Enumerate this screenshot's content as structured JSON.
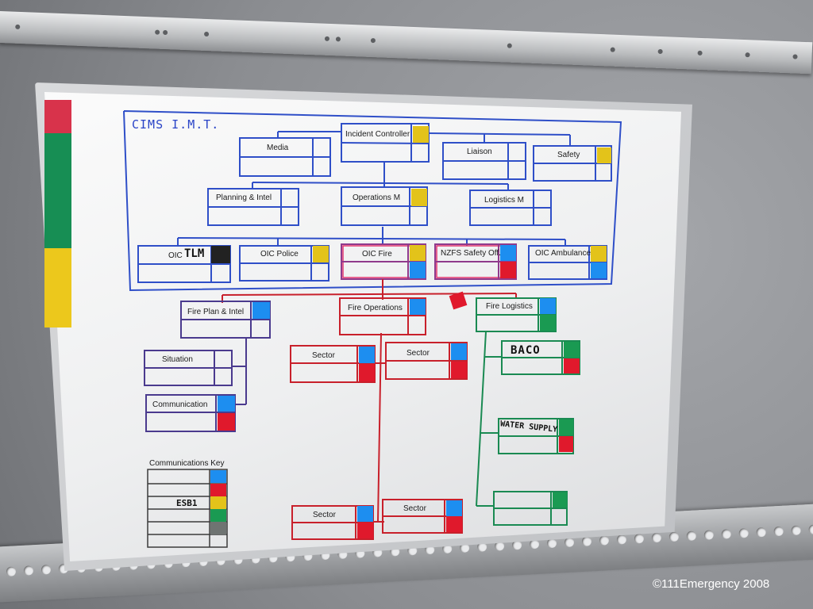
{
  "board": {
    "title": "CIMS  I.M.T.",
    "roles": {
      "incident_controller": "Incident Controller",
      "media": "Media",
      "liaison": "Liaison",
      "safety": "Safety",
      "planning_intel": "Planning & Intel",
      "operations": "Operations M",
      "logistics": "Logistics M",
      "oic": "OIC",
      "oic_handwritten": "TLM",
      "oic_police": "OIC Police",
      "oic_fire": "OIC Fire",
      "nzfs_safety": "NZFS Safety Off.",
      "oic_ambulance": "OIC Ambulance",
      "fire_plan_intel": "Fire Plan & Intel",
      "fire_operations": "Fire Operations",
      "fire_logistics": "Fire Logistics",
      "situation": "Situation",
      "communication": "Communication",
      "sector_1": "Sector",
      "sector_2": "Sector",
      "sector_3": "Sector",
      "sector_4": "Sector",
      "baco": "BACO",
      "water_supply": "WATER SUPPLY"
    },
    "comms_key": {
      "title": "Communications Key",
      "row3": "ESB1"
    },
    "colors": {
      "imt_blue": "#2f4fc8",
      "fire_red": "#c8202b",
      "logistics_green": "#1a8a52",
      "plan_purple": "#4a3a8e",
      "magnet_yellow": "#e3c31a",
      "magnet_blue": "#1d8ef0",
      "magnet_red": "#e0192c",
      "magnet_green": "#1a9a52"
    }
  },
  "watermark": "©111Emergency 2008"
}
